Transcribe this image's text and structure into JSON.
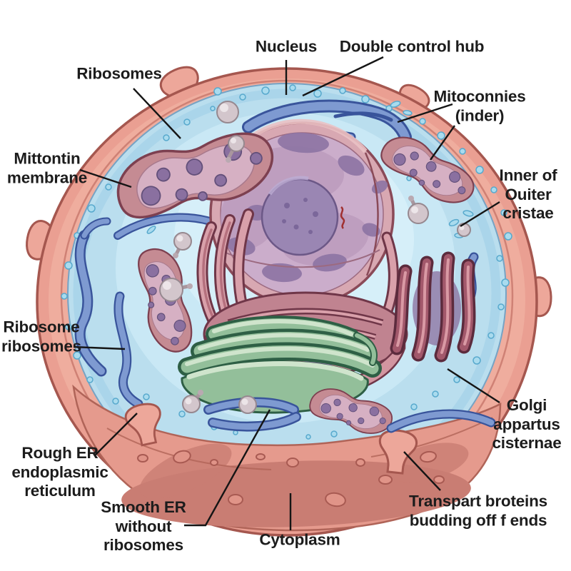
{
  "figure": {
    "type": "illustrated-cell-diagram",
    "subject": "animal cell cross-section"
  },
  "labels": {
    "ribosomes_top": {
      "text": "Ribosomes"
    },
    "nucleus": {
      "text": "Nucleus"
    },
    "double_control_hub": {
      "text": "Double control hub"
    },
    "mitoconnies": {
      "lines": [
        "Mitoconnies",
        "(inder)"
      ]
    },
    "mittontin_membrane": {
      "lines": [
        "Mittontin",
        "membrane"
      ]
    },
    "inner_of_ouiter_cristae": {
      "lines": [
        "Inner of",
        "Ouiter",
        "cristae"
      ]
    },
    "ribosome_ribosomes": {
      "lines": [
        "Ribosome",
        "ribosomes"
      ]
    },
    "golgi_appartus_cisternae": {
      "lines": [
        "Golgi",
        "appartus",
        "cisternae"
      ]
    },
    "rough_er": {
      "lines": [
        "Rough ER",
        "endoplasmic",
        "reticulum"
      ]
    },
    "smooth_er": {
      "lines": [
        "Smooth ER",
        "without",
        "ribosomes"
      ]
    },
    "cytoplasm": {
      "text": "Cytoplasm"
    },
    "transpart_broteins": {
      "lines": [
        "Transpart broteins",
        "budding off f ends"
      ]
    }
  },
  "palette": {
    "background": "#ffffff",
    "membrane": "#ea9f92",
    "membrane_outline": "#a5574f",
    "cytosol": "#c3e4f2",
    "cytoplasm_band": "#e59a8d",
    "cytoplasm_band_dark": "#c97d73",
    "nucleus_shell": "#d8a8b2",
    "nucleoplasm": "#cbadcb",
    "nucleolus": "#9a86b3",
    "chromatin": "#8d74a4",
    "er_pink": "#d9a0aa",
    "er_maroon": "#b26b76",
    "golgi_green": "#93bf9a",
    "golgi_maroon": "#a2586b",
    "tubule_blue": "#7e9ad1",
    "tubule_outline": "#39549b",
    "vesicle_gray": "#d3c6cc",
    "label_text": "#1c1c1c",
    "leader_line": "#151515"
  }
}
